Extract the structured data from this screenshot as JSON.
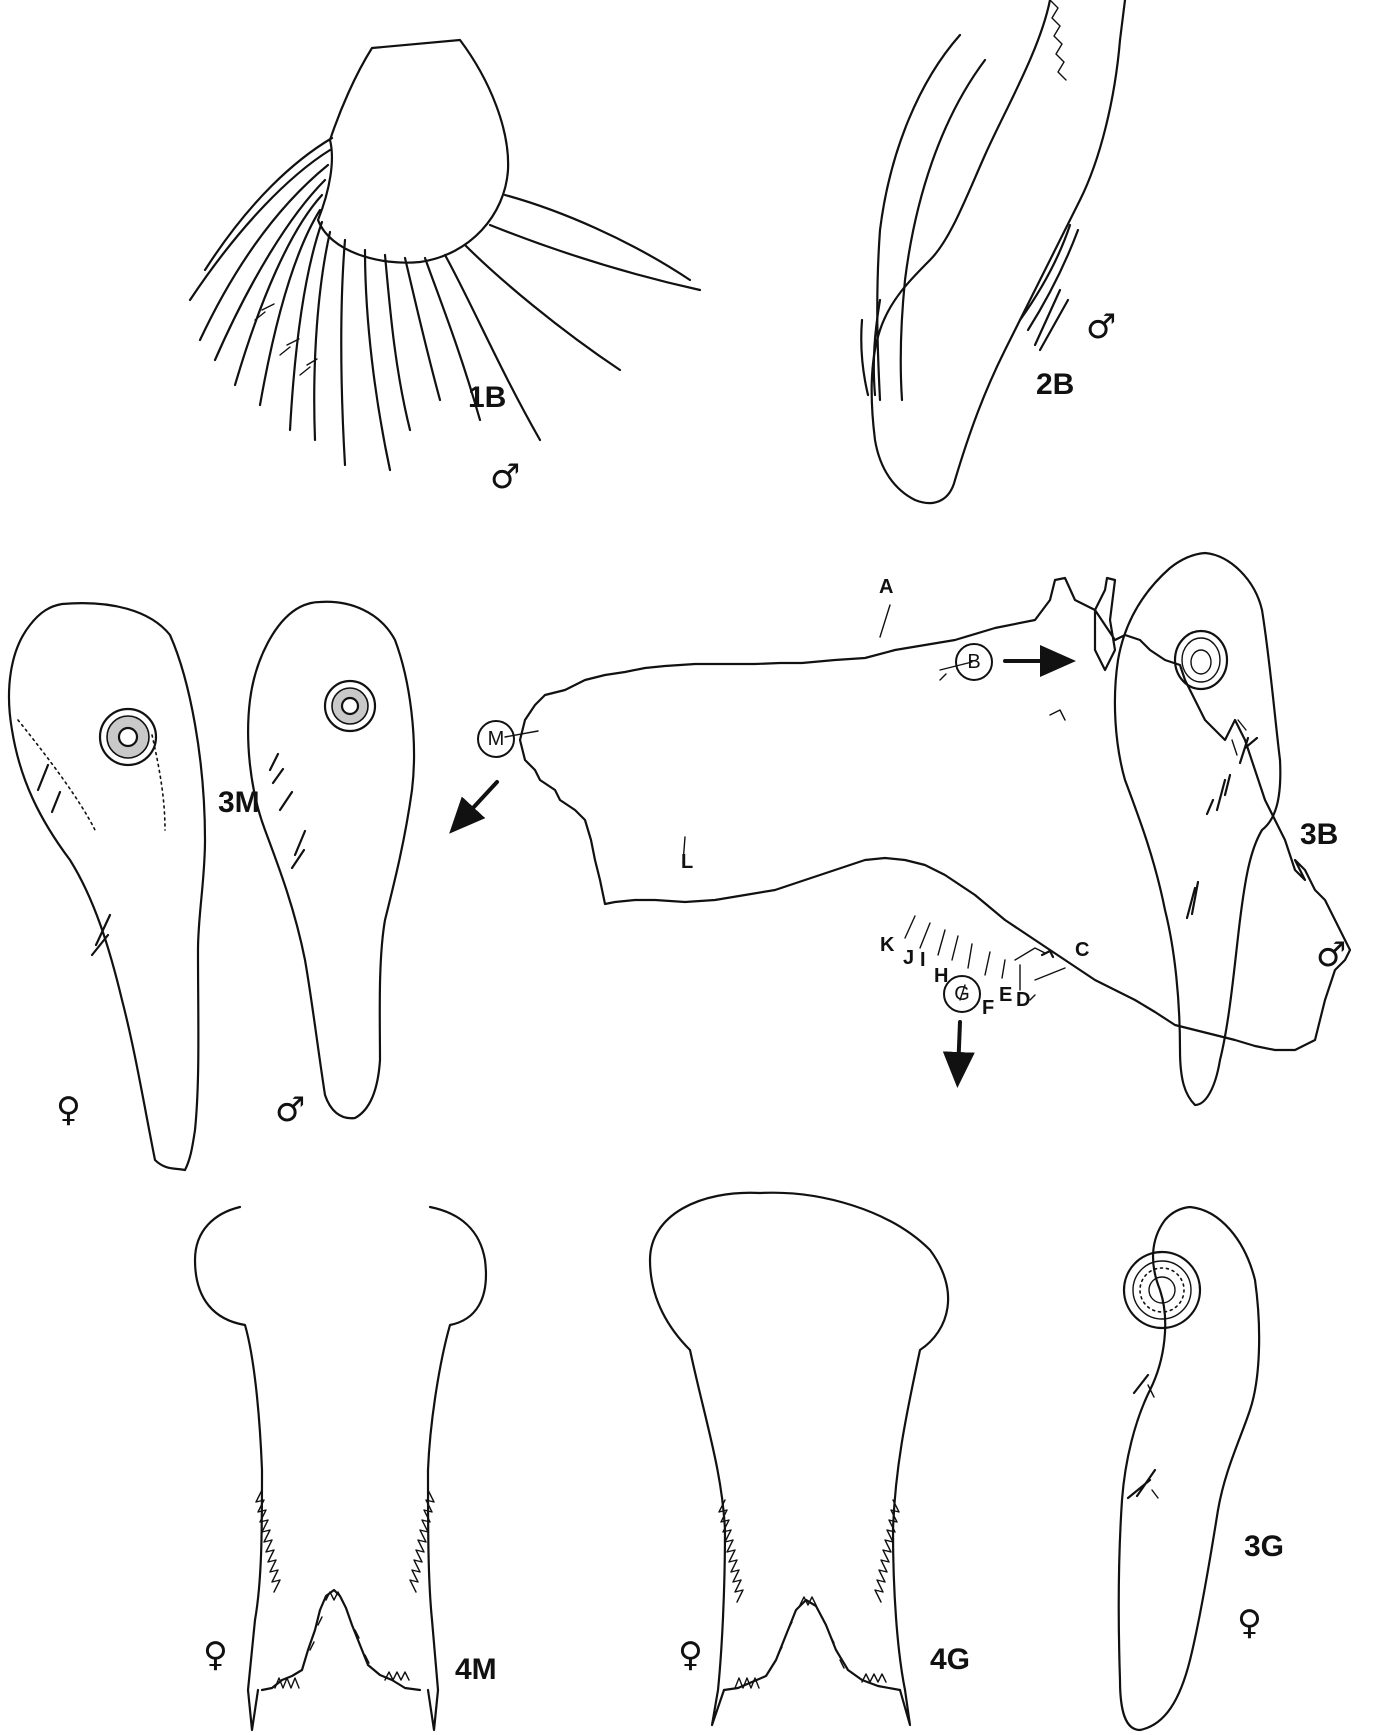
{
  "figures": {
    "f1B": "1B",
    "f2B": "2B",
    "f3M": "3M",
    "f3B": "3B",
    "f3G": "3G",
    "f4M": "4M",
    "f4G": "4G"
  },
  "sex_symbols": {
    "male": "♂",
    "female": "♀"
  },
  "map": {
    "sites": {
      "A": "A",
      "B": "B",
      "C": "C",
      "D": "D",
      "E": "E",
      "F": "F",
      "G": "G",
      "H": "H",
      "I": "I",
      "J": "J",
      "K": "K",
      "L": "L",
      "M": "M"
    }
  }
}
